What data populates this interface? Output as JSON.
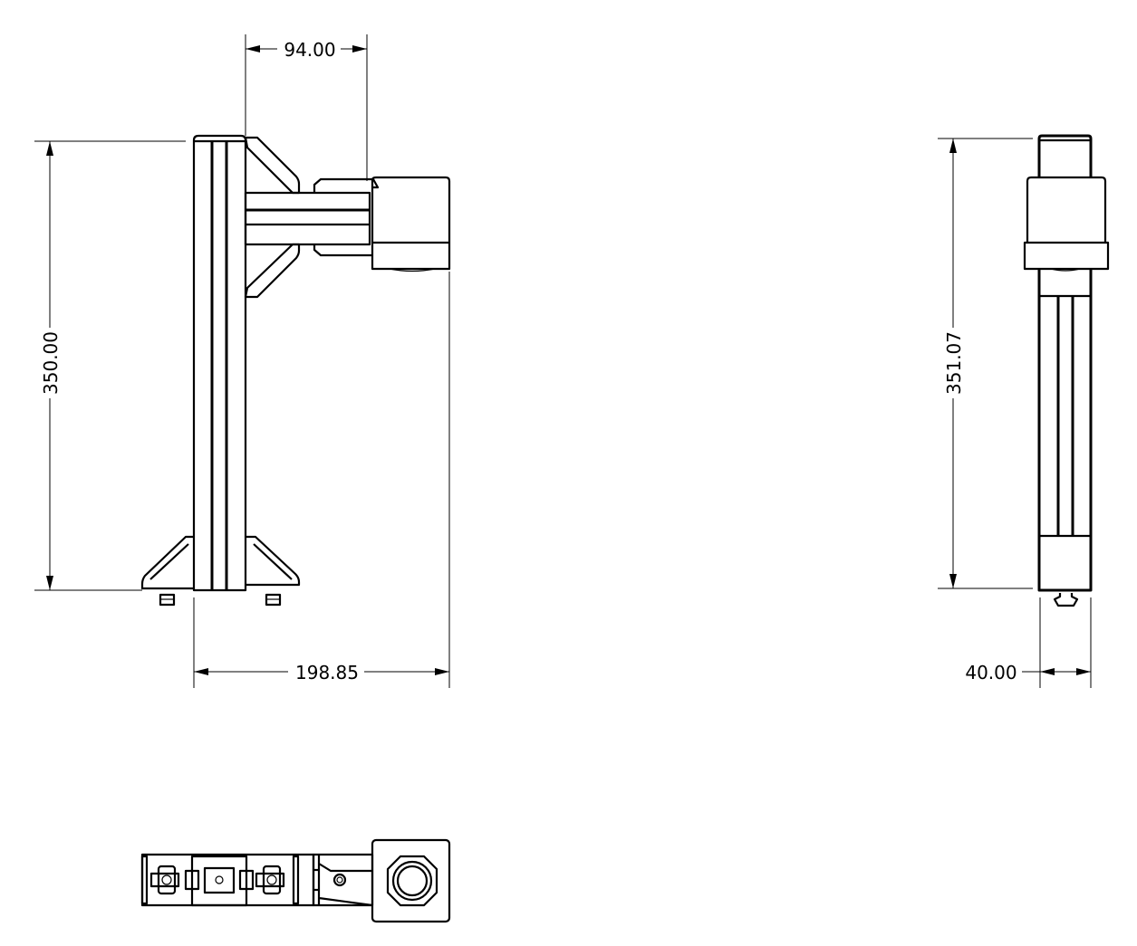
{
  "drawing": {
    "views": [
      "front-view",
      "side-view",
      "top-view"
    ],
    "dimensions": {
      "arm_offset": "94.00",
      "front_height": "350.00",
      "total_width": "198.85",
      "side_height": "351.07",
      "profile_width": "40.00"
    }
  }
}
